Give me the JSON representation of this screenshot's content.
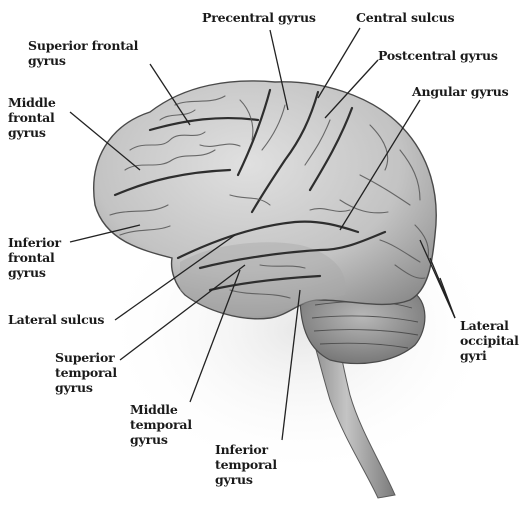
{
  "labels": {
    "superior_frontal_gyrus": [
      "Superior frontal",
      "gyrus"
    ],
    "precentral_gyrus": [
      "Precentral gyrus"
    ],
    "central_sulcus": [
      "Central sulcus"
    ],
    "postcentral_gyrus": [
      "Postcentral gyrus"
    ],
    "middle_frontal_gyrus": [
      "Middle",
      "frontal",
      "gyrus"
    ],
    "angular_gyrus": [
      "Angular gyrus"
    ],
    "inferior_frontal_gyrus": [
      "Inferior",
      "frontal",
      "gyrus"
    ],
    "lateral_sulcus": [
      "Lateral sulcus"
    ],
    "superior_temporal_gyrus": [
      "Superior",
      "temporal",
      "gyrus"
    ],
    "lateral_occipital_gyri": [
      "Lateral",
      "occipital",
      "gyri"
    ],
    "middle_temporal_gyrus": [
      "Middle",
      "temporal",
      "gyrus"
    ],
    "inferior_temporal_gyrus": [
      "Inferior",
      "temporal",
      "gyrus"
    ]
  },
  "colors": {
    "brain_base": "#c9c9c9",
    "brain_shadow": "#8f8f8f",
    "sulcus": "#3d3d3d",
    "leader_line": "#222222",
    "text": "#1a1a1a"
  }
}
